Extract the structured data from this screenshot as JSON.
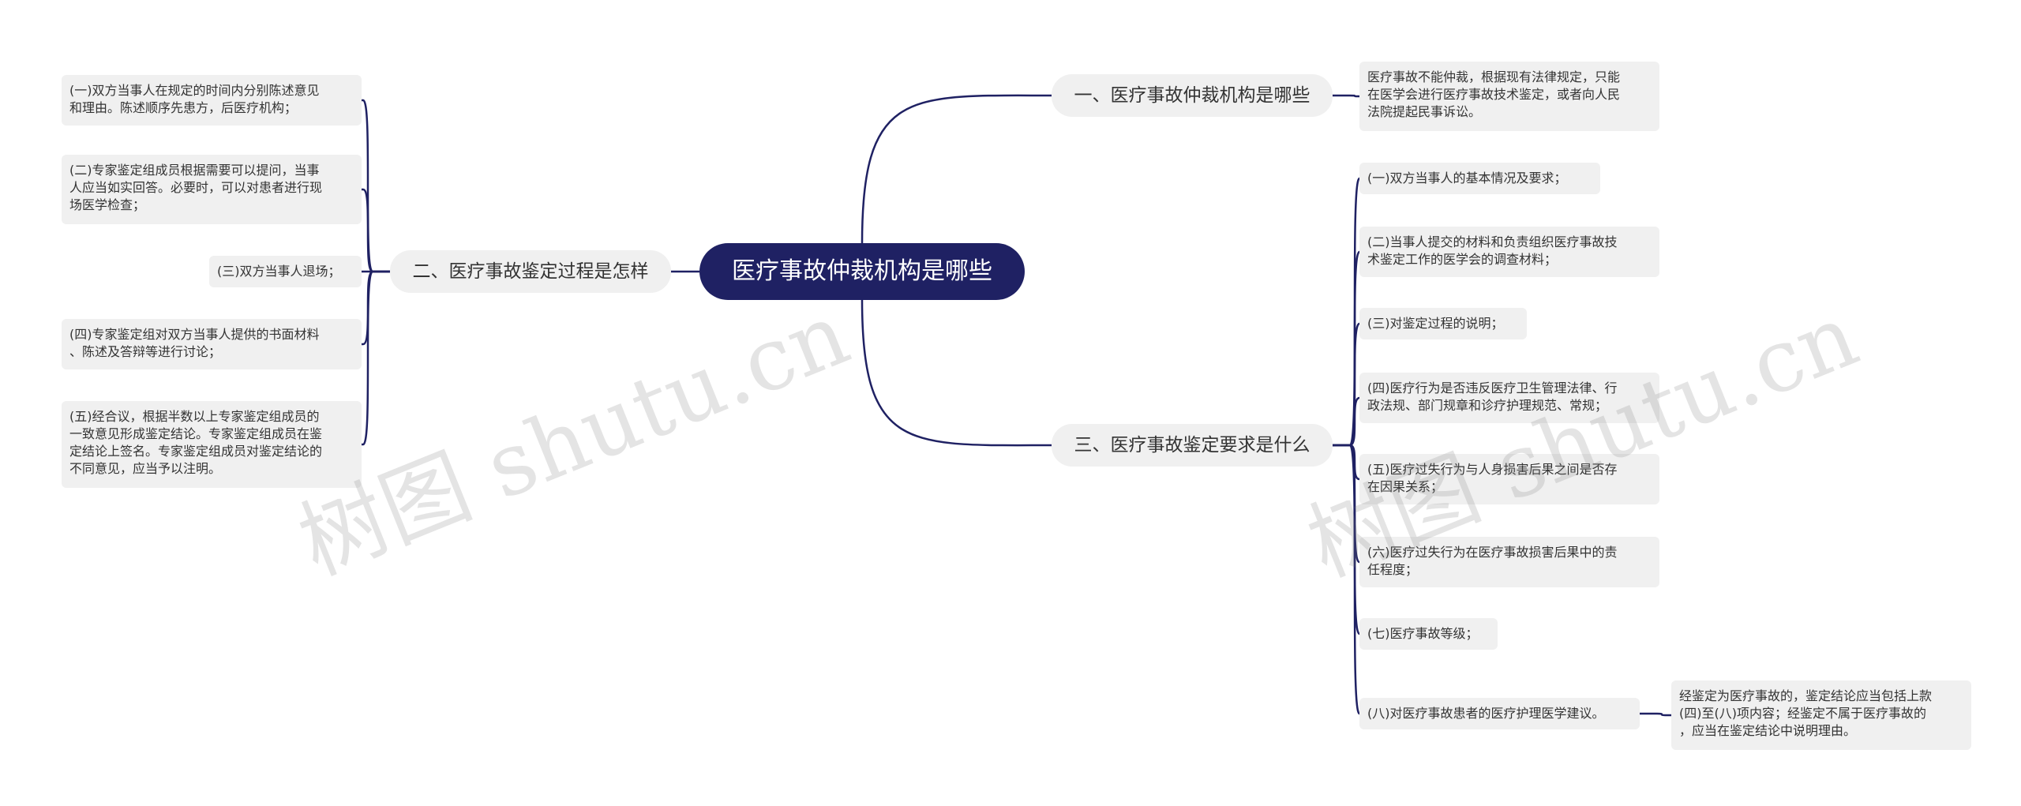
{
  "root": {
    "title": "医疗事故仲裁机构是哪些"
  },
  "branches": {
    "b1": {
      "label": "一、医疗事故仲裁机构是哪些",
      "children": [
        "医疗事故不能仲裁，根据现有法律规定，只能\n在医学会进行医疗事故技术鉴定，或者向人民\n法院提起民事诉讼。"
      ]
    },
    "b2": {
      "label": "二、医疗事故鉴定过程是怎样",
      "children": [
        "(一)双方当事人在规定的时间内分别陈述意见\n和理由。陈述顺序先患方，后医疗机构；",
        "(二)专家鉴定组成员根据需要可以提问，当事\n人应当如实回答。必要时，可以对患者进行现\n场医学检查；",
        "(三)双方当事人退场；",
        "(四)专家鉴定组对双方当事人提供的书面材料\n、陈述及答辩等进行讨论；",
        "(五)经合议，根据半数以上专家鉴定组成员的\n一致意见形成鉴定结论。专家鉴定组成员在鉴\n定结论上签名。专家鉴定组成员对鉴定结论的\n不同意见，应当予以注明。"
      ]
    },
    "b3": {
      "label": "三、医疗事故鉴定要求是什么",
      "children": [
        "(一)双方当事人的基本情况及要求；",
        "(二)当事人提交的材料和负责组织医疗事故技\n术鉴定工作的医学会的调查材料；",
        "(三)对鉴定过程的说明；",
        "(四)医疗行为是否违反医疗卫生管理法律、行\n政法规、部门规章和诊疗护理规范、常规；",
        "(五)医疗过失行为与人身损害后果之间是否存\n在因果关系；",
        "(六)医疗过失行为在医疗事故损害后果中的责\n任程度；",
        "(七)医疗事故等级；",
        "(八)对医疗事故患者的医疗护理医学建议。"
      ],
      "sub": "经鉴定为医疗事故的，鉴定结论应当包括上款\n(四)至(八)项内容；经鉴定不属于医疗事故的\n，应当在鉴定结论中说明理由。"
    }
  },
  "watermarks": [
    "树图 shutu.cn",
    "树图 shutu.cn"
  ],
  "colors": {
    "root_bg": "#1f2163",
    "line": "#1f2163",
    "node_bg": "#f0f0f0"
  }
}
